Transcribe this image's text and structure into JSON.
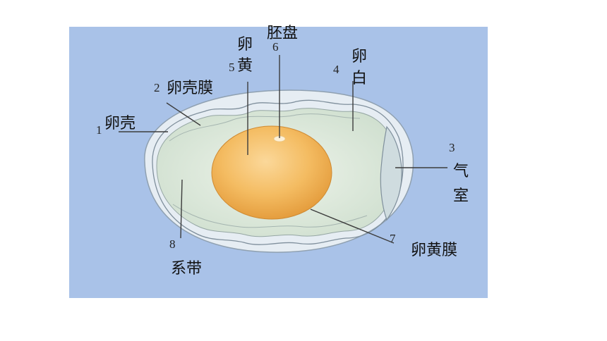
{
  "colors": {
    "panel_background": "#a9c2e8",
    "shell": "#e4ecf3",
    "albumen": "#d9e6d6",
    "yolk": "#f2b255",
    "label_text": "#111111",
    "leader_line": "#3c3c3c"
  },
  "parts": [
    {
      "id": "shell",
      "number": "1",
      "label": "卵壳"
    },
    {
      "id": "shell-membrane",
      "number": "2",
      "label": "卵壳膜"
    },
    {
      "id": "air-cell",
      "number": "3",
      "label_line1": "气",
      "label_line2": "室"
    },
    {
      "id": "albumen",
      "number": "4",
      "label_line1": "卵",
      "label_line2": "白"
    },
    {
      "id": "yolk",
      "number": "5",
      "label_line1": "卵",
      "label_line2": "黄"
    },
    {
      "id": "germinal-disc",
      "number": "6",
      "label": "胚盘"
    },
    {
      "id": "vitelline-membrane",
      "number": "7",
      "label": "卵黄膜"
    },
    {
      "id": "chalaza",
      "number": "8",
      "label": "系带"
    }
  ]
}
